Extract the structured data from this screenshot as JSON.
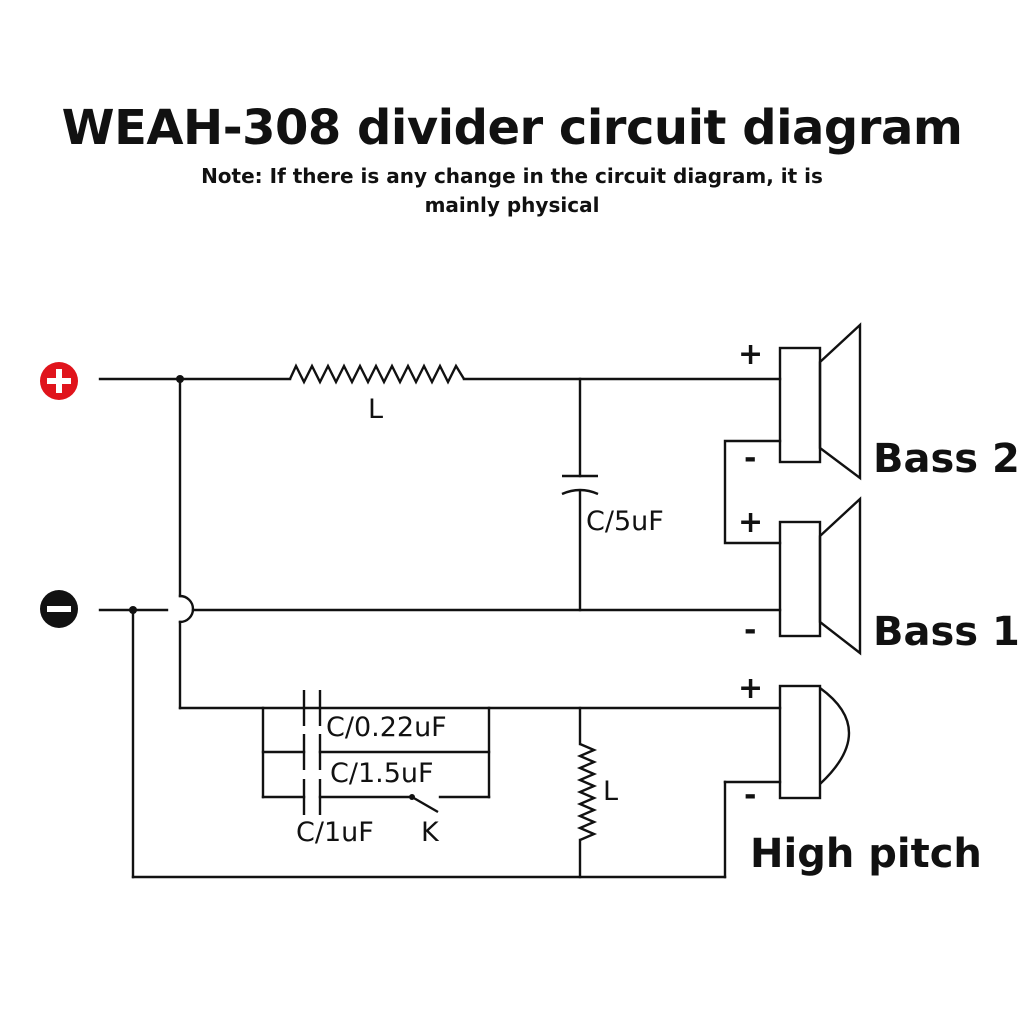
{
  "title": "WEAH-308 divider circuit diagram",
  "note_line1": "Note: If there is any change in the circuit diagram, it is",
  "note_line2": "mainly physical",
  "terminals": {
    "positive": "+",
    "negative": "−"
  },
  "components": {
    "inductor_top": "L",
    "capacitor_bass": "C/5uF",
    "cap_022": "C/0.22uF",
    "cap_15": "C/1.5uF",
    "cap_1": "C/1uF",
    "switch": "K",
    "inductor_high": "L"
  },
  "speakers": {
    "bass2": {
      "label": "Bass 2",
      "plus": "+",
      "minus": "-"
    },
    "bass1": {
      "label": "Bass 1",
      "plus": "+",
      "minus": "-"
    },
    "high": {
      "label": "High pitch",
      "plus": "+",
      "minus": "-"
    }
  },
  "colors": {
    "positive_terminal": "#e0141c",
    "negative_terminal": "#111111",
    "line": "#111111"
  }
}
